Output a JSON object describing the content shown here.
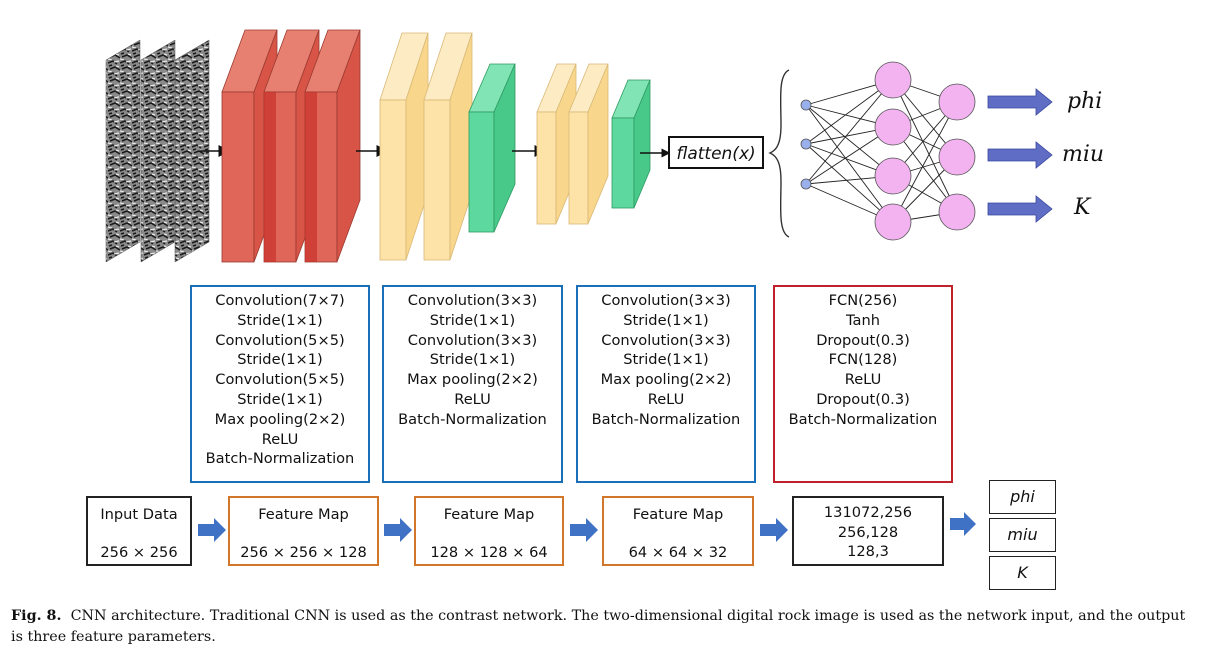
{
  "diagram": {
    "flatten_label": "flatten(x)",
    "outputs": [
      "phi",
      "miu",
      "K"
    ]
  },
  "boxes": [
    {
      "lines": [
        "Convolution(7×7)",
        "Stride(1×1)",
        "Convolution(5×5)",
        "Stride(1×1)",
        "Convolution(5×5)",
        "Stride(1×1)",
        "Max pooling(2×2)",
        "ReLU",
        "Batch-Normalization"
      ],
      "color": "#1a6fb8"
    },
    {
      "lines": [
        "Convolution(3×3)",
        "Stride(1×1)",
        "Convolution(3×3)",
        "Stride(1×1)",
        "Max pooling(2×2)",
        "ReLU",
        "Batch-Normalization"
      ],
      "color": "#1a6fb8"
    },
    {
      "lines": [
        "Convolution(3×3)",
        "Stride(1×1)",
        "Convolution(3×3)",
        "Stride(1×1)",
        "Max pooling(2×2)",
        "ReLU",
        "Batch-Normalization"
      ],
      "color": "#1a6fb8"
    },
    {
      "lines": [
        "FCN(256)",
        "Tanh",
        "Dropout(0.3)",
        "FCN(128)",
        "ReLU",
        "Dropout(0.3)",
        "Batch-Normalization"
      ],
      "color": "#c0222c"
    }
  ],
  "stages": {
    "input": {
      "title": "Input Data",
      "size": "256 × 256"
    },
    "fm1": {
      "title": "Feature Map",
      "size": "256 × 256 × 128"
    },
    "fm2": {
      "title": "Feature Map",
      "size": "128 × 128 × 64"
    },
    "fm3": {
      "title": "Feature Map",
      "size": "64 × 64 × 32"
    },
    "fc": {
      "lines": [
        "131072,256",
        "256,128",
        "128,3"
      ]
    }
  },
  "outputs_boxes": [
    "phi",
    "miu",
    "K"
  ],
  "caption": {
    "label": "Fig. 8.",
    "text": "CNN architecture. Traditional CNN is used as the contrast network. The two-dimensional digital rock image is used as the network input, and the output is three feature parameters."
  },
  "colors": {
    "conv_red": "#e0665a",
    "conv_red_dark": "#c6302a",
    "conv_yellow": "#fde3a8",
    "pool_green": "#5dd89e",
    "node_pink": "#f2b3f0",
    "node_blue": "#9ab0ec",
    "arrow_blue": "#5f6ec4"
  }
}
